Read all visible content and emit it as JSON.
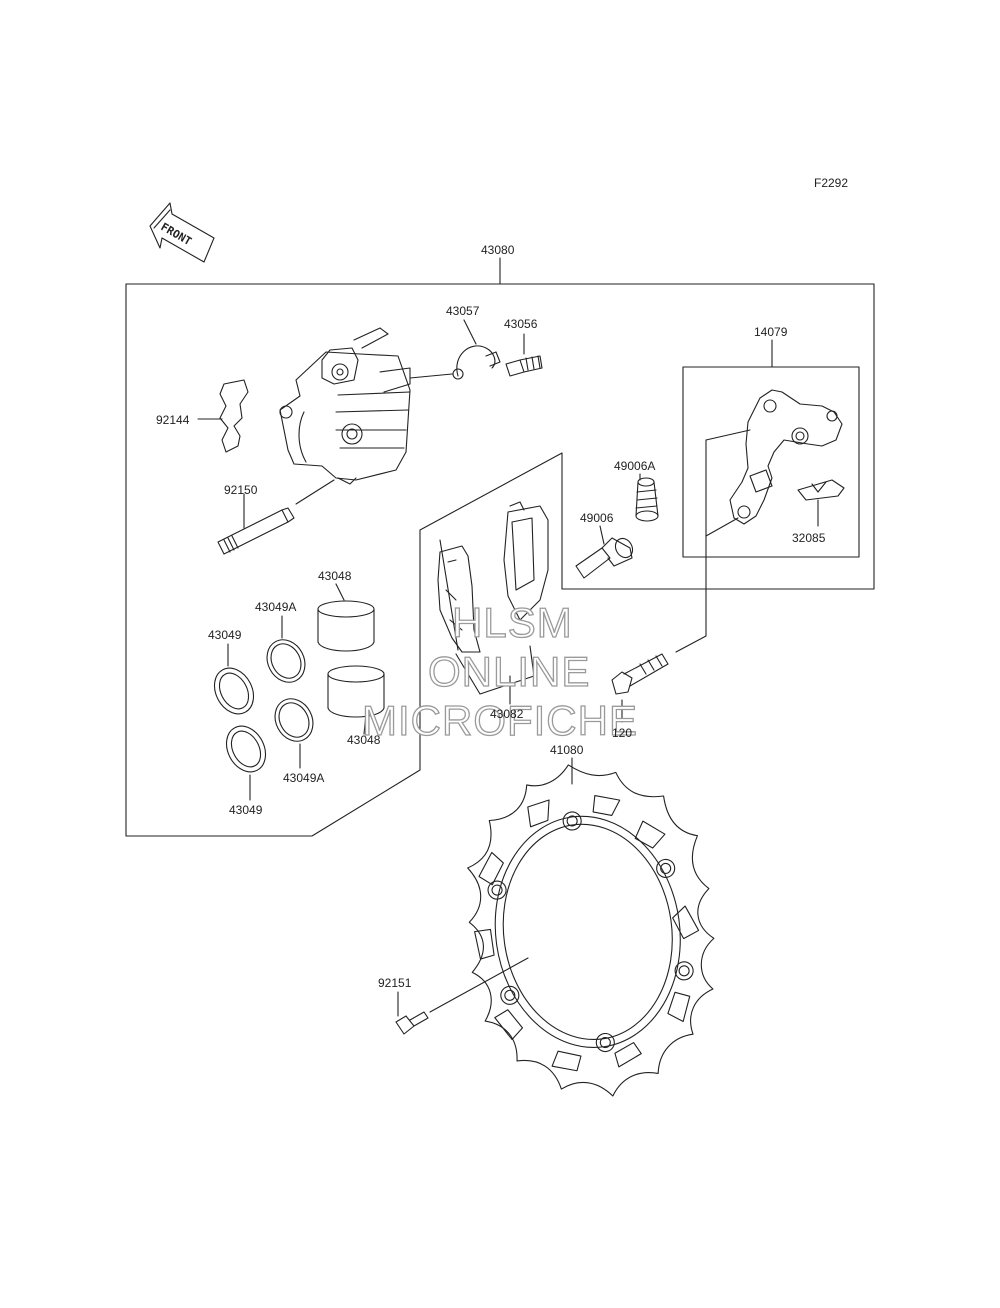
{
  "figure_code": "F2292",
  "front_arrow": {
    "text": "FRONT",
    "icon": "front-direction-arrow-icon"
  },
  "watermark": {
    "line1": "HLSM",
    "line2": "ONLINE",
    "line3": "MICROFICHE"
  },
  "colors": {
    "line": "#222222",
    "watermark_stroke": "#9a9a9a"
  },
  "parts": {
    "caliper_assy": "43080",
    "bleeder_cap": "43057",
    "bleeder_valve": "43056",
    "bracket_assy": "14079",
    "pad_spring": "92144",
    "boot_a": "49006A",
    "slide_pin_boot": "49006",
    "pad_clip": "32085",
    "pin": "92150",
    "piston_upper": "43048",
    "seal_a_upper": "43049A",
    "seal_upper": "43049",
    "pad_set": "43082",
    "bolt_120": "120",
    "piston_lower": "43048",
    "seal_a_lower": "43049A",
    "seal_lower": "43049",
    "disc": "41080",
    "disc_bolt": "92151"
  }
}
